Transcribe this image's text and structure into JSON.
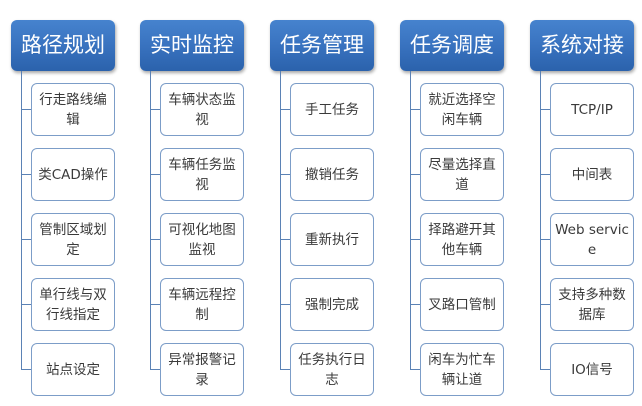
{
  "diagram": {
    "type": "hierarchy",
    "colors": {
      "header_top": "#4683CE",
      "header_bottom": "#2B62AC",
      "header_text": "#FFFFFF",
      "child_border": "#7C9DC8",
      "connector": "#5B82B5",
      "child_text": "#3A3A3A"
    },
    "columns": [
      {
        "title": "路径规划",
        "items": [
          "行走路线编辑",
          "类CAD操作",
          "管制区域划定",
          "单行线与双行线指定",
          "站点设定"
        ]
      },
      {
        "title": "实时监控",
        "items": [
          "车辆状态监视",
          "车辆任务监视",
          "可视化地图监视",
          "车辆远程控制",
          "异常报警记录"
        ]
      },
      {
        "title": "任务管理",
        "items": [
          "手工任务",
          "撤销任务",
          "重新执行",
          "强制完成",
          "任务执行日志"
        ]
      },
      {
        "title": "任务调度",
        "items": [
          "就近选择空闲车辆",
          "尽量选择直道",
          "择路避开其他车辆",
          "叉路口管制",
          "闲车为忙车辆让道"
        ]
      },
      {
        "title": "系统对接",
        "items": [
          "TCP/IP",
          "中间表",
          "Web service",
          "支持多种数据库",
          "IO信号"
        ]
      }
    ]
  }
}
